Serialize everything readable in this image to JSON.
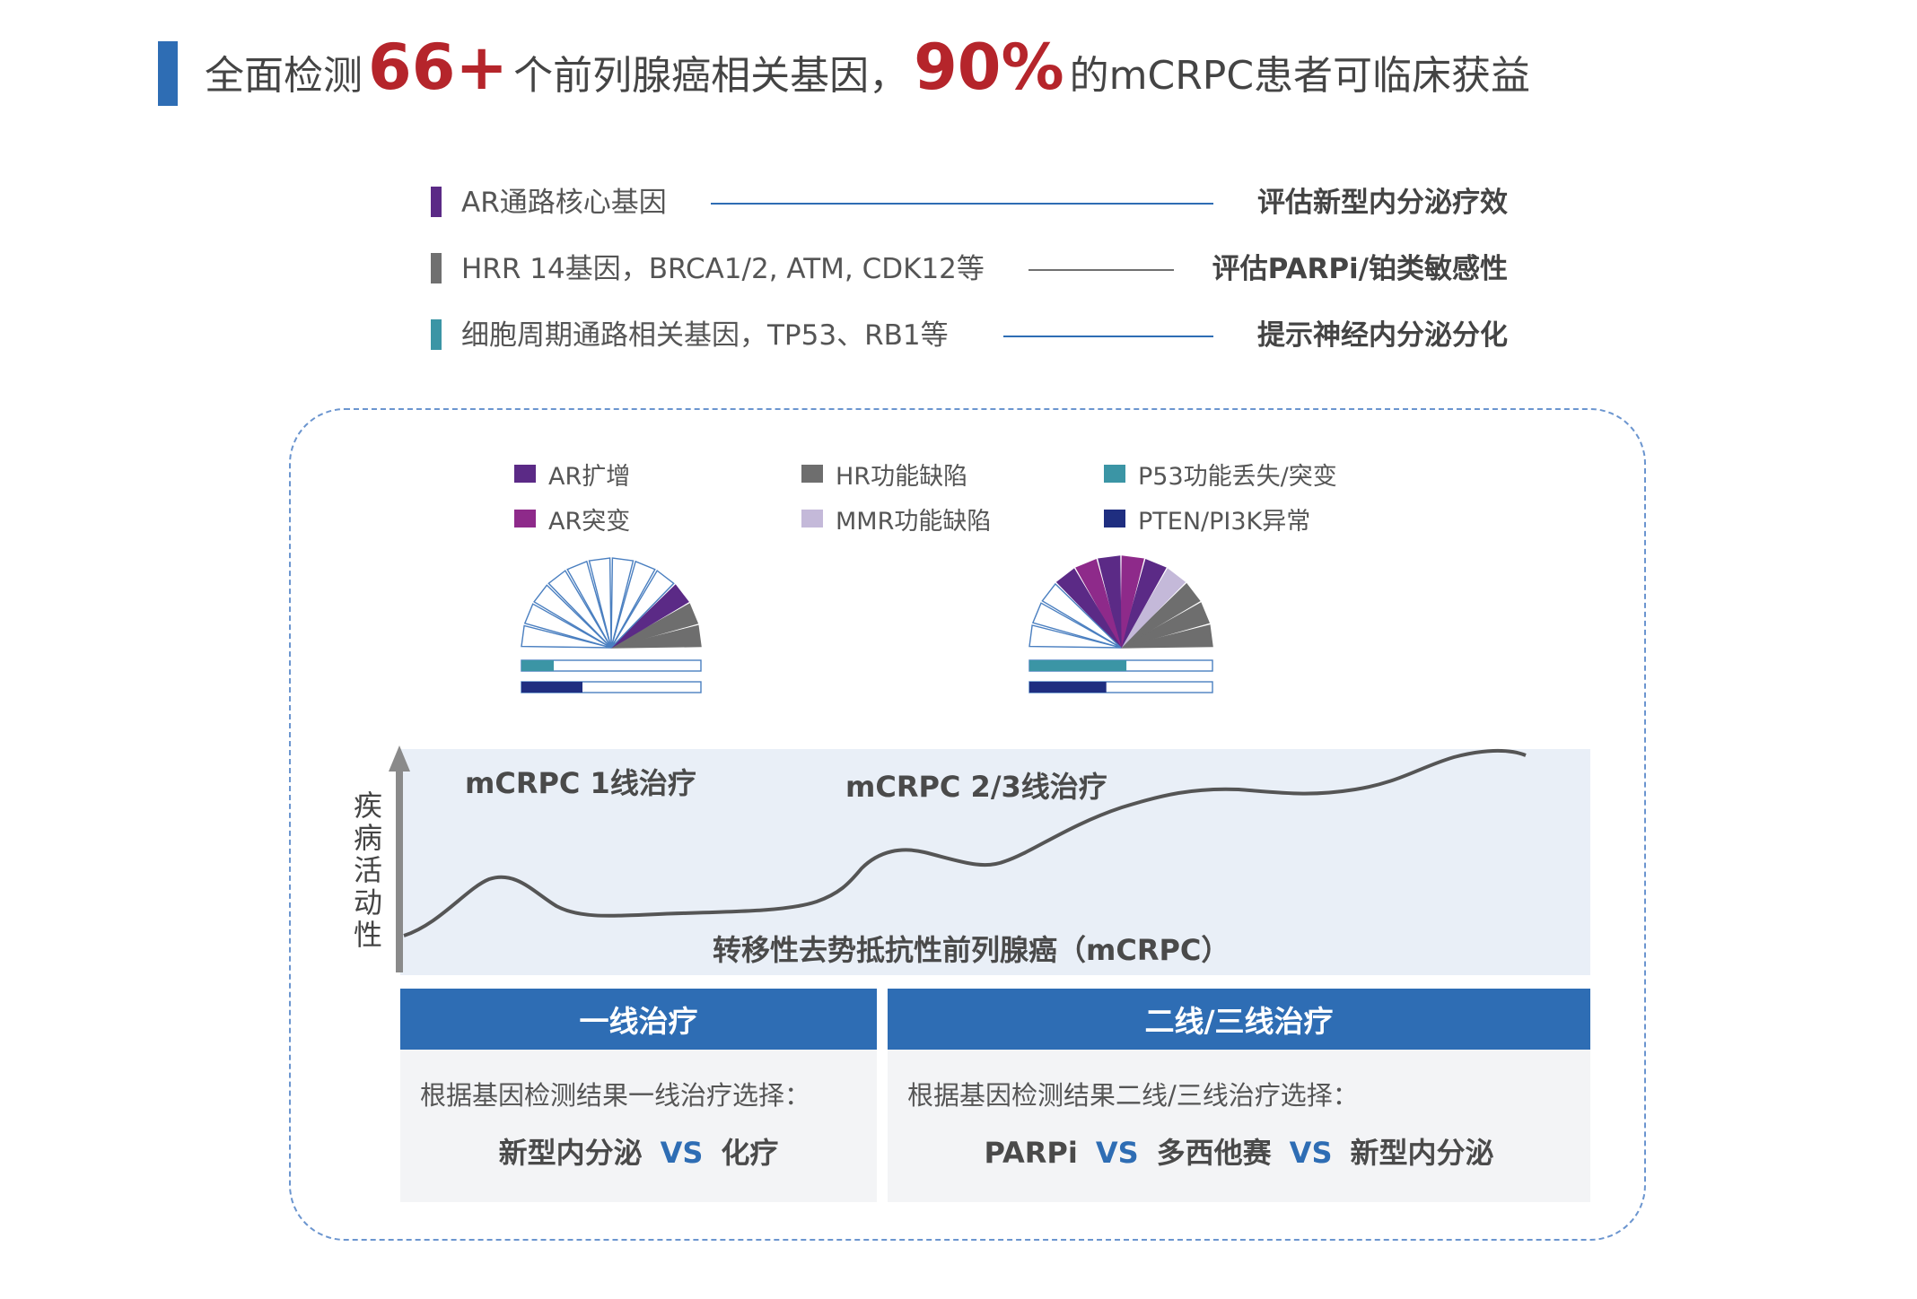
{
  "header": {
    "part1": "全面检测",
    "num1": "66+",
    "part2": "个前列腺癌相关基因，",
    "num2": "90%",
    "part3": "的mCRPC患者可临床获益"
  },
  "gene_rows": [
    {
      "label": "AR通路核心基因",
      "result": "评估新型内分泌疗效",
      "color": "#5b2a86"
    },
    {
      "label": "HRR 14基因，BRCA1/2, ATM, CDK12等",
      "result": "评估PARPi/铂类敏感性",
      "color": "#707070"
    },
    {
      "label": "细胞周期通路相关基因，TP53、RB1等",
      "result": "提示神经内分泌分化",
      "color": "#3b95a5"
    }
  ],
  "legend": [
    {
      "label": "AR扩增",
      "color": "#5b2a86"
    },
    {
      "label": "HR功能缺陷",
      "color": "#6e6e6e"
    },
    {
      "label": "P53功能丢失/突变",
      "color": "#3b95a5"
    },
    {
      "label": "AR突变",
      "color": "#8e2a8a"
    },
    {
      "label": "MMR功能缺陷",
      "color": "#c4b9d9"
    },
    {
      "label": "PTEN/PI3K异常",
      "color": "#1f2e80"
    }
  ],
  "fans": [
    {
      "ar_amp": 1,
      "ar_mut": 0,
      "mmr": 0,
      "hr": 2,
      "p53_fraction": 0.18,
      "pten_fraction": 0.34
    },
    {
      "ar_amp": 3,
      "ar_mut": 2,
      "mmr": 1,
      "hr": 3,
      "p53_fraction": 0.53,
      "pten_fraction": 0.42
    }
  ],
  "chart": {
    "y_axis_label": "疾病活动性",
    "stage1_label": "mCRPC  1线治疗",
    "stage2_label": "mCRPC  2/3线治疗",
    "disease_label": "转移性去势抵抗性前列腺癌（mCRPC）",
    "curve_color": "#555555"
  },
  "treatment": {
    "first": {
      "header": "一线治疗",
      "desc": "根据基因检测结果一线治疗选择：",
      "opt1": "新型内分泌",
      "vs1": "VS",
      "opt2": "化疗"
    },
    "second": {
      "header": "二线/三线治疗",
      "desc": "根据基因检测结果二线/三线治疗选择：",
      "opt1": "PARPi",
      "vs1": "VS",
      "opt2": "多西他赛",
      "vs2": "VS",
      "opt3": "新型内分泌"
    }
  },
  "colors": {
    "accent_blue": "#2e6db4",
    "highlight_red": "#b5252b"
  }
}
